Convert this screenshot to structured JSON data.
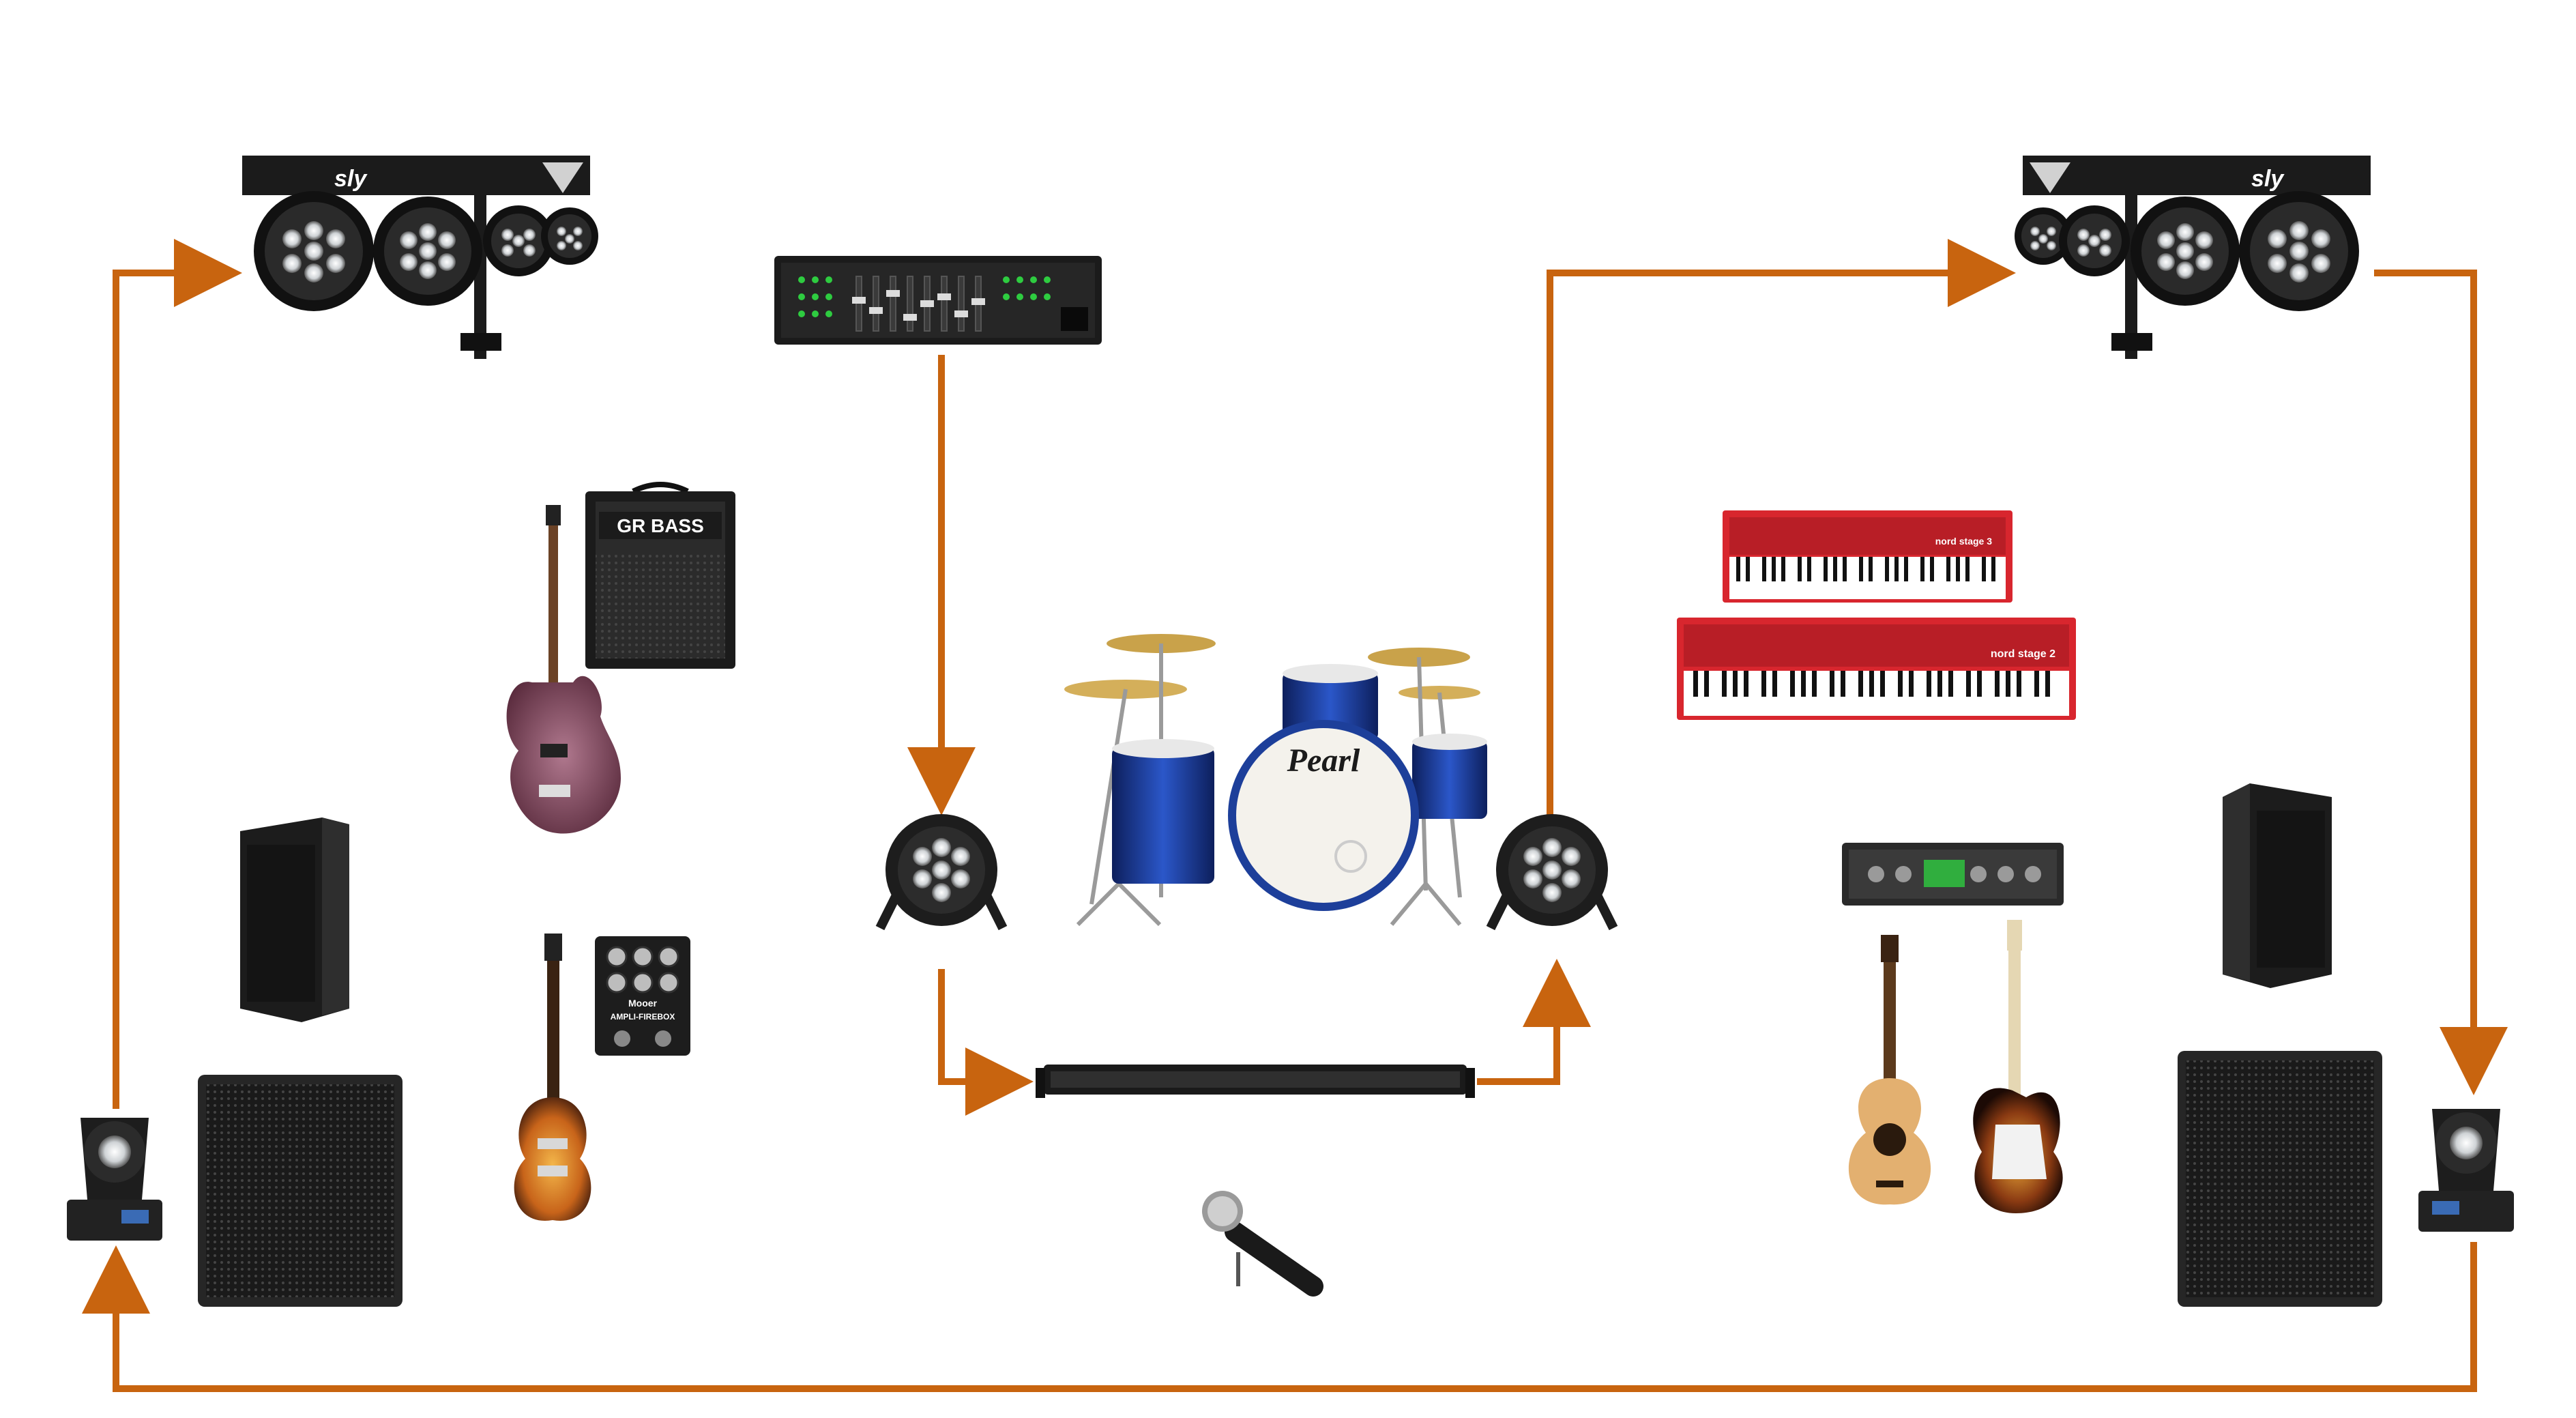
{
  "diagram": {
    "colors": {
      "background": "#ffffff",
      "connection": "#c8640f",
      "equipment_dark": "#1b1b1b",
      "keyboard_red": "#d8262e",
      "drum_blue": "#1d3f9a",
      "guitar_sunburst": "#d9861f",
      "bass_purple": "#8a4b66"
    },
    "labels": {
      "lightbar_left_logo": "sly",
      "lightbar_right_logo": "sly",
      "bass_amp_brand": "GR BASS",
      "drum_brand": "Pearl",
      "pedal_brand": "Mooer",
      "pedal_name": "AMPLI-FIREBOX",
      "keyboard_top_model": "nord stage 3",
      "keyboard_bottom_model": "nord stage 2"
    },
    "icons": [
      "lightbar-icon",
      "dmx-controller-icon",
      "bass-amplifier-icon",
      "bass-guitar-icon",
      "pa-speaker-icon",
      "subwoofer-icon",
      "moving-head-light-icon",
      "electric-guitar-icon",
      "guitar-pedal-icon",
      "par-light-icon",
      "drum-kit-icon",
      "led-bar-icon",
      "microphone-icon",
      "stage-keyboard-icon",
      "amp-head-icon",
      "acoustic-guitar-icon",
      "stratocaster-icon"
    ],
    "connections": [
      {
        "from": "dmx-controller",
        "to": "par-light-left"
      },
      {
        "from": "par-light-left",
        "to": "led-bar"
      },
      {
        "from": "led-bar",
        "to": "par-light-right"
      },
      {
        "from": "par-light-right",
        "to": "lightbar-right"
      },
      {
        "from": "lightbar-right",
        "to": "moving-head-right"
      },
      {
        "from": "moving-head-right",
        "to": "moving-head-left"
      },
      {
        "from": "moving-head-left",
        "to": "lightbar-left"
      }
    ]
  }
}
